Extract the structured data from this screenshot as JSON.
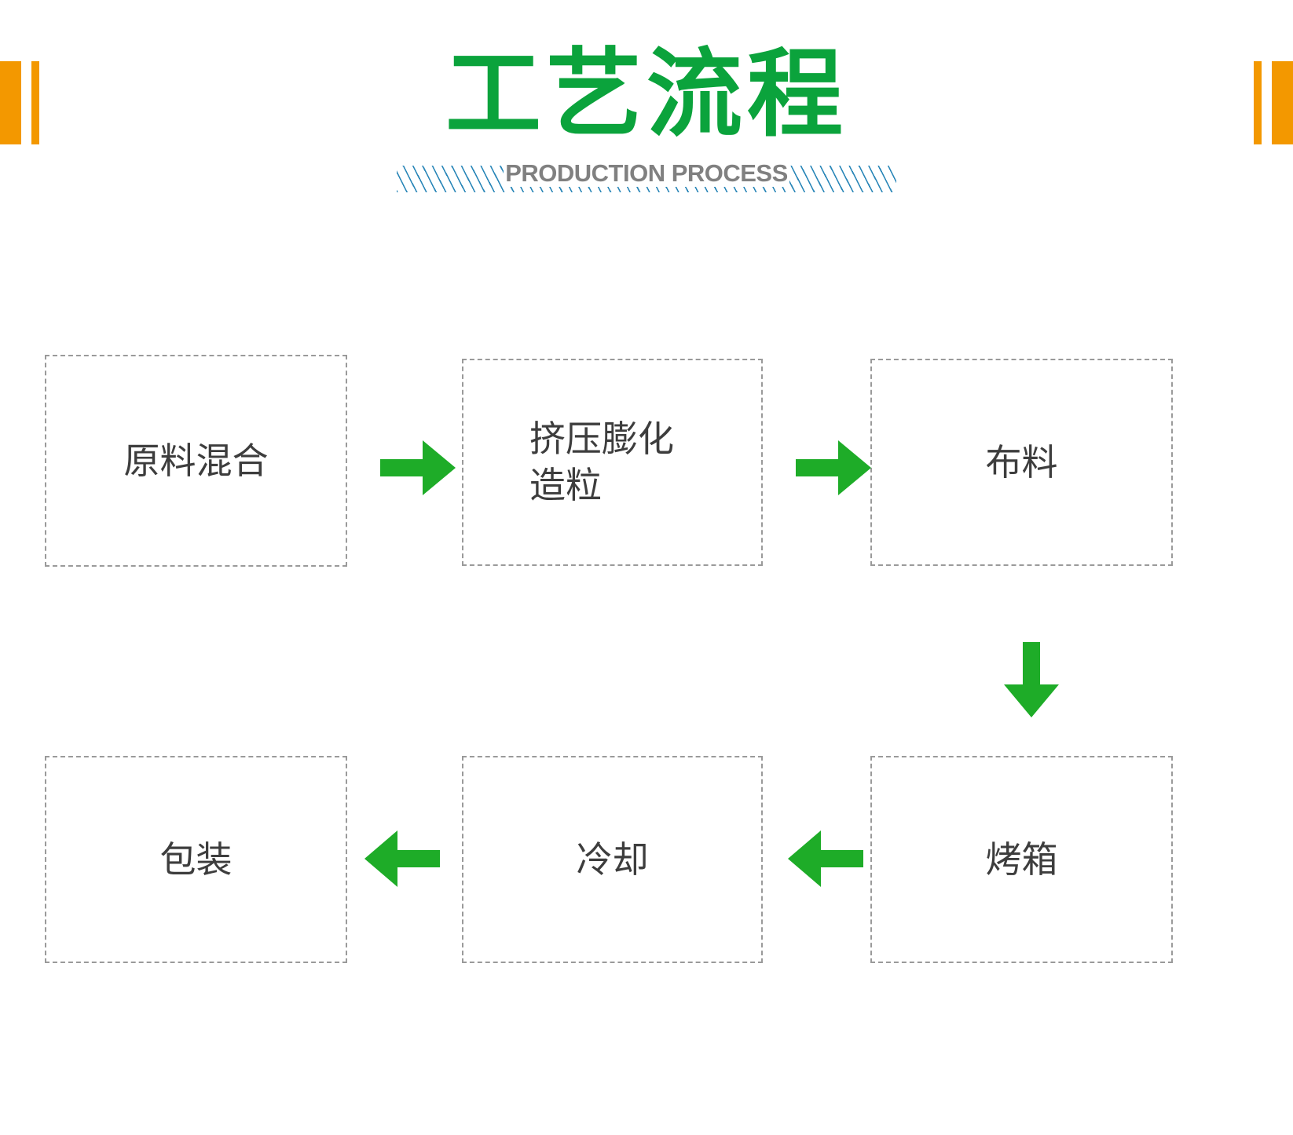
{
  "page": {
    "title_cn": "工艺流程",
    "subtitle_en": "PRODUCTION PROCESS",
    "accent_green": "#0ba33c",
    "accent_orange": "#f39800",
    "hatch_blue": "#2b87b8",
    "box_border_gray": "#9a9a9a",
    "text_gray": "#3d3d3d",
    "subtitle_gray": "#808080"
  },
  "decorations": {
    "left_bars": [
      "bar-thick",
      "bar-thin"
    ],
    "right_bars": [
      "bar-thin",
      "bar-thick"
    ]
  },
  "flow": {
    "nodes": [
      {
        "id": "node-1",
        "label": "原料混合",
        "row": "top",
        "order": 1
      },
      {
        "id": "node-2",
        "label": "挤压膨化\n造粒",
        "row": "top",
        "order": 2
      },
      {
        "id": "node-3",
        "label": "布料",
        "row": "top",
        "order": 3
      },
      {
        "id": "node-4",
        "label": "烤箱",
        "row": "bottom",
        "order": 4
      },
      {
        "id": "node-5",
        "label": "冷却",
        "row": "bottom",
        "order": 5
      },
      {
        "id": "node-6",
        "label": "包装",
        "row": "bottom",
        "order": 6
      }
    ],
    "arrows": [
      {
        "id": "arrow-1",
        "direction": "right",
        "from": "原料混合",
        "to": "挤压膨化造粒"
      },
      {
        "id": "arrow-2",
        "direction": "right",
        "from": "挤压膨化造粒",
        "to": "布料"
      },
      {
        "id": "arrow-3",
        "direction": "down",
        "from": "布料",
        "to": "烤箱"
      },
      {
        "id": "arrow-4",
        "direction": "left",
        "from": "烤箱",
        "to": "冷却"
      },
      {
        "id": "arrow-5",
        "direction": "left",
        "from": "冷却",
        "to": "包装"
      }
    ]
  }
}
